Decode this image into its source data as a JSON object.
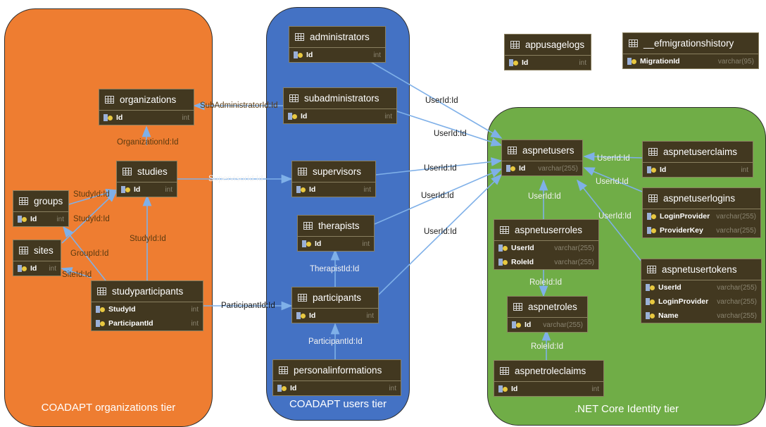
{
  "tiers": {
    "org": "COADAPT organizations tier",
    "users": "COADAPT users tier",
    "identity": ".NET Core Identity tier"
  },
  "tables": {
    "organizations": {
      "name": "organizations",
      "cols": [
        {
          "name": "Id",
          "type": "int"
        }
      ]
    },
    "studies": {
      "name": "studies",
      "cols": [
        {
          "name": "Id",
          "type": "int"
        }
      ]
    },
    "groups": {
      "name": "groups",
      "cols": [
        {
          "name": "Id",
          "type": "int"
        }
      ]
    },
    "sites": {
      "name": "sites",
      "cols": [
        {
          "name": "Id",
          "type": "int"
        }
      ]
    },
    "studyparticipants": {
      "name": "studyparticipants",
      "cols": [
        {
          "name": "StudyId",
          "type": "int"
        },
        {
          "name": "ParticipantId",
          "type": "int"
        }
      ]
    },
    "administrators": {
      "name": "administrators",
      "cols": [
        {
          "name": "Id",
          "type": "int"
        }
      ]
    },
    "subadministrators": {
      "name": "subadministrators",
      "cols": [
        {
          "name": "Id",
          "type": "int"
        }
      ]
    },
    "supervisors": {
      "name": "supervisors",
      "cols": [
        {
          "name": "Id",
          "type": "int"
        }
      ]
    },
    "therapists": {
      "name": "therapists",
      "cols": [
        {
          "name": "Id",
          "type": "int"
        }
      ]
    },
    "participants": {
      "name": "participants",
      "cols": [
        {
          "name": "Id",
          "type": "int"
        }
      ]
    },
    "personalinformations": {
      "name": "personalinformations",
      "cols": [
        {
          "name": "Id",
          "type": "int"
        }
      ]
    },
    "appusagelogs": {
      "name": "appusagelogs",
      "cols": [
        {
          "name": "Id",
          "type": "int"
        }
      ]
    },
    "efmigrationshistory": {
      "name": "__efmigrationshistory",
      "cols": [
        {
          "name": "MigrationId",
          "type": "varchar(95)"
        }
      ]
    },
    "aspnetusers": {
      "name": "aspnetusers",
      "cols": [
        {
          "name": "Id",
          "type": "varchar(255)"
        }
      ]
    },
    "aspnetuserclaims": {
      "name": "aspnetuserclaims",
      "cols": [
        {
          "name": "Id",
          "type": "int"
        }
      ]
    },
    "aspnetuserlogins": {
      "name": "aspnetuserlogins",
      "cols": [
        {
          "name": "LoginProvider",
          "type": "varchar(255)"
        },
        {
          "name": "ProviderKey",
          "type": "varchar(255)"
        }
      ]
    },
    "aspnetuserroles": {
      "name": "aspnetuserroles",
      "cols": [
        {
          "name": "UserId",
          "type": "varchar(255)"
        },
        {
          "name": "RoleId",
          "type": "varchar(255)"
        }
      ]
    },
    "aspnetusertokens": {
      "name": "aspnetusertokens",
      "cols": [
        {
          "name": "UserId",
          "type": "varchar(255)"
        },
        {
          "name": "LoginProvider",
          "type": "varchar(255)"
        },
        {
          "name": "Name",
          "type": "varchar(255)"
        }
      ]
    },
    "aspnetroles": {
      "name": "aspnetroles",
      "cols": [
        {
          "name": "Id",
          "type": "varchar(255)"
        }
      ]
    },
    "aspnetroleclaims": {
      "name": "aspnetroleclaims",
      "cols": [
        {
          "name": "Id",
          "type": "int"
        }
      ]
    }
  },
  "relations": [
    {
      "label": "OrganizationId:Id",
      "from": "studies",
      "to": "organizations"
    },
    {
      "label": "SubAdministratorId:Id",
      "from": "subadministrators",
      "to": "organizations"
    },
    {
      "label": "SupervisorId:Id",
      "from": "studies",
      "to": "supervisors"
    },
    {
      "label": "StudyId:Id",
      "from": "groups",
      "to": "studies"
    },
    {
      "label": "StudyId:Id",
      "from": "sites",
      "to": "studies"
    },
    {
      "label": "StudyId:Id",
      "from": "studyparticipants",
      "to": "studies"
    },
    {
      "label": "GroupId:Id",
      "from": "studyparticipants",
      "to": "groups"
    },
    {
      "label": "SiteId:Id",
      "from": "studyparticipants",
      "to": "sites"
    },
    {
      "label": "ParticipantId:Id",
      "from": "studyparticipants",
      "to": "participants"
    },
    {
      "label": "TherapistId:Id",
      "from": "participants",
      "to": "therapists"
    },
    {
      "label": "ParticipantId:Id",
      "from": "personalinformations",
      "to": "participants"
    },
    {
      "label": "UserId:Id",
      "from": "administrators",
      "to": "aspnetusers"
    },
    {
      "label": "UserId:Id",
      "from": "subadministrators",
      "to": "aspnetusers"
    },
    {
      "label": "UserId:Id",
      "from": "supervisors",
      "to": "aspnetusers"
    },
    {
      "label": "UserId:Id",
      "from": "therapists",
      "to": "aspnetusers"
    },
    {
      "label": "UserId:Id",
      "from": "participants",
      "to": "aspnetusers"
    },
    {
      "label": "UserId:Id",
      "from": "aspnetuserclaims",
      "to": "aspnetusers"
    },
    {
      "label": "UserId:Id",
      "from": "aspnetuserlogins",
      "to": "aspnetusers"
    },
    {
      "label": "UserId:Id",
      "from": "aspnetuserroles",
      "to": "aspnetusers"
    },
    {
      "label": "UserId:Id",
      "from": "aspnetusertokens",
      "to": "aspnetusers"
    },
    {
      "label": "RoleId:Id",
      "from": "aspnetuserroles",
      "to": "aspnetroles"
    },
    {
      "label": "RoleId:Id",
      "from": "aspnetroleclaims",
      "to": "aspnetroles"
    }
  ]
}
